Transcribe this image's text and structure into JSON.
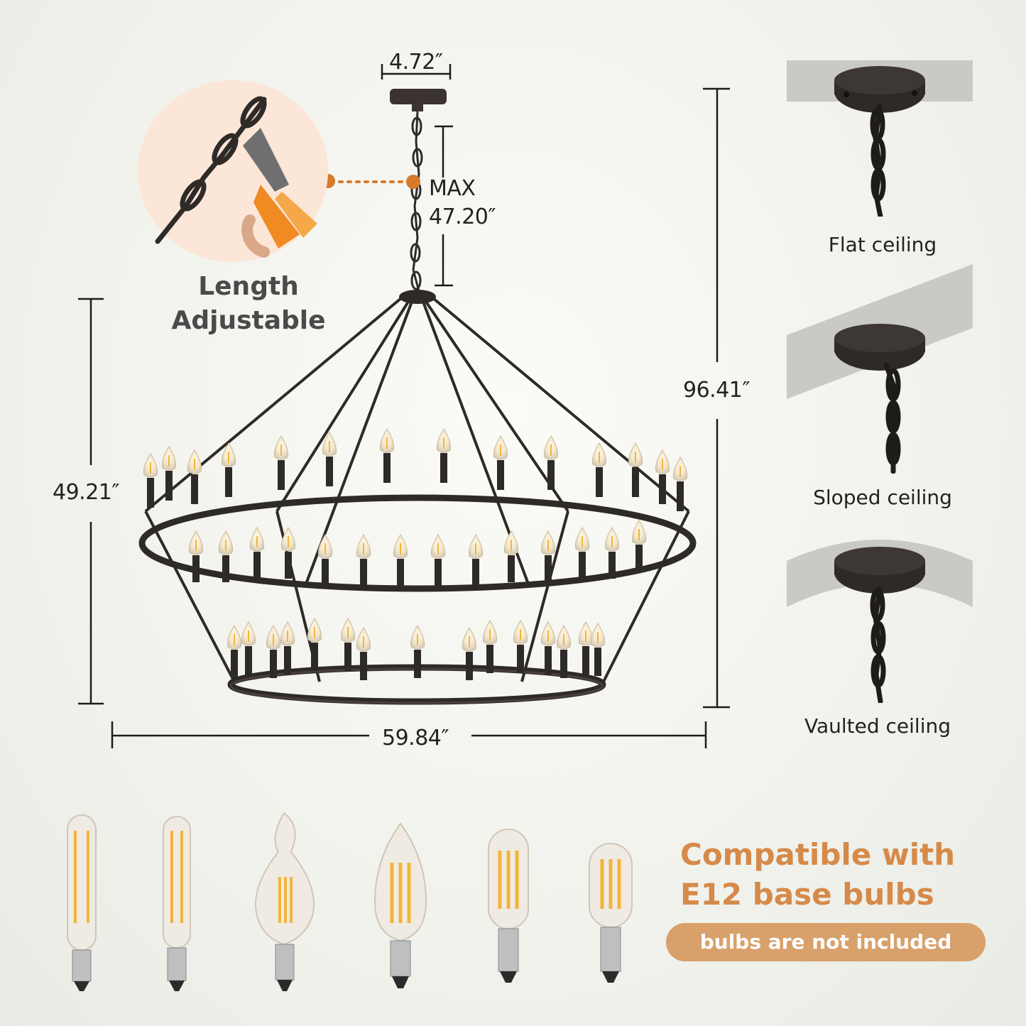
{
  "dimensions": {
    "canopy_width": "4.72″",
    "chain_max_label": "MAX",
    "chain_max_value": "47.20″",
    "fixture_height": "49.21″",
    "total_height": "96.41″",
    "fixture_width": "59.84″"
  },
  "length_adjustable": {
    "line1": "Length",
    "line2": "Adjustable"
  },
  "ceilings": [
    {
      "label": "Flat ceiling",
      "icon": "flat-ceiling-icon"
    },
    {
      "label": "Sloped ceiling",
      "icon": "sloped-ceiling-icon"
    },
    {
      "label": "Vaulted ceiling",
      "icon": "vaulted-ceiling-icon"
    }
  ],
  "compatibility": {
    "line1": "Compatible with",
    "line2": "E12 base bulbs",
    "note": "bulbs are not included"
  },
  "colors": {
    "accent": "#d68a4a",
    "pill": "#d8a06a",
    "metal": "#2e2a27",
    "bulb_glow": "#f3b43a"
  }
}
